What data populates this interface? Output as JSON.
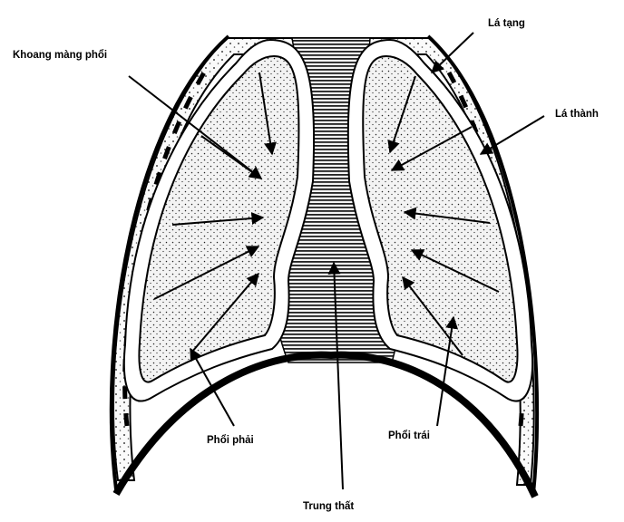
{
  "labels": {
    "pleural_cavity": "Khoang màng phổi",
    "visceral_pleura": "Lá tạng",
    "parietal_pleura": "Lá thành",
    "right_lung": "Phổi phải",
    "left_lung": "Phổi trái",
    "mediastinum": "Trung thất"
  }
}
